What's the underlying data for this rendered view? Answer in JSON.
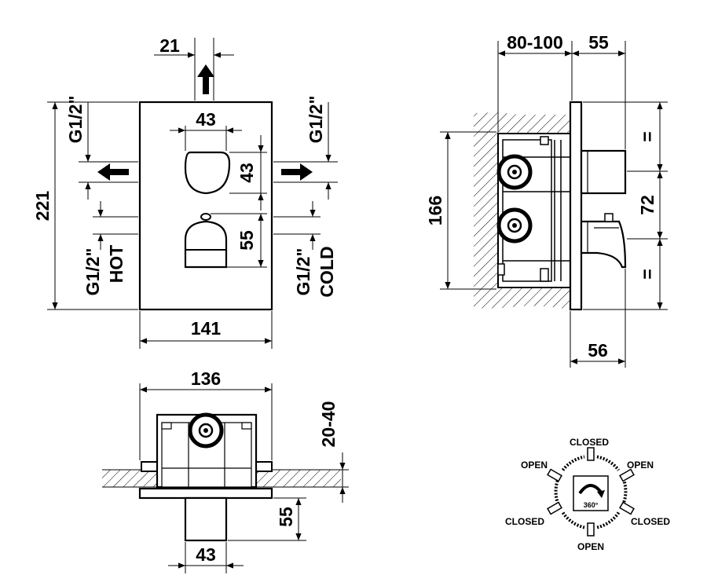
{
  "front_view": {
    "dim_top_offset": "21",
    "dim_height": "221",
    "dim_width": "141",
    "dim_handle_width": "43",
    "dim_handle_height": "43",
    "dim_knob_height": "55",
    "port_left_upper": "G1/2\"",
    "port_right_upper": "G1/2\"",
    "port_left_lower": "G1/2\"",
    "port_left_lower_label": "HOT",
    "port_right_lower": "G1/2\"",
    "port_right_lower_label": "COLD"
  },
  "side_view": {
    "dim_wall_depth": "80-100",
    "dim_projection": "55",
    "dim_height": "166",
    "dim_spacing": "72",
    "dim_equal_top": "=",
    "dim_equal_bottom": "=",
    "dim_bottom_projection": "56"
  },
  "bottom_view": {
    "dim_width": "136",
    "dim_depth": "20-40",
    "dim_projection": "55",
    "dim_spindle_width": "43"
  },
  "rotation_diagram": {
    "top": "CLOSED",
    "upper_left": "OPEN",
    "upper_right": "OPEN",
    "lower_left": "CLOSED",
    "lower_right": "CLOSED",
    "bottom": "OPEN",
    "center": "360°"
  }
}
